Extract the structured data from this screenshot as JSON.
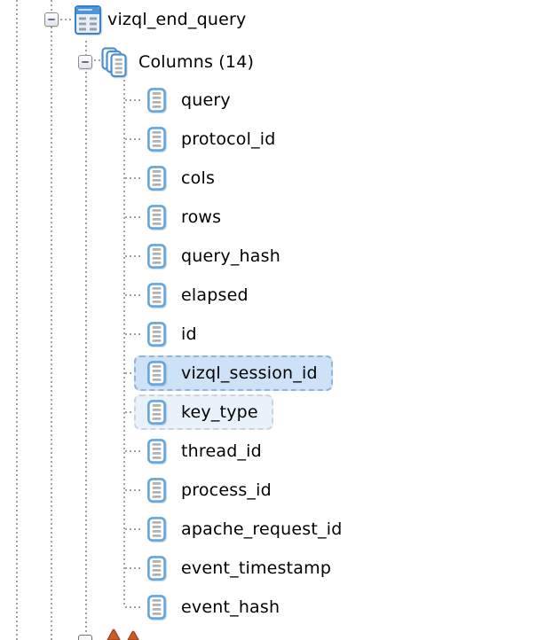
{
  "panel": {
    "type": "schema-tree",
    "background": "#ffffff"
  },
  "tree": {
    "table_node": {
      "label": "vizql_end_query",
      "icon": "table-icon",
      "expanded": true
    },
    "columns_node": {
      "label": "Columns (14)",
      "icon": "columns-folder-icon",
      "count": 14,
      "expanded": true
    },
    "columns": [
      {
        "label": "query",
        "selected": false
      },
      {
        "label": "protocol_id",
        "selected": false
      },
      {
        "label": "cols",
        "selected": false
      },
      {
        "label": "rows",
        "selected": false
      },
      {
        "label": "query_hash",
        "selected": false
      },
      {
        "label": "elapsed",
        "selected": false
      },
      {
        "label": "id",
        "selected": false
      },
      {
        "label": "vizql_session_id",
        "selected": true,
        "focused": true
      },
      {
        "label": "key_type",
        "selected": true,
        "focused": false
      },
      {
        "label": "thread_id",
        "selected": false
      },
      {
        "label": "process_id",
        "selected": false
      },
      {
        "label": "apache_request_id",
        "selected": false
      },
      {
        "label": "event_timestamp",
        "selected": false
      },
      {
        "label": "event_hash",
        "selected": false
      }
    ],
    "partial_bottom_node": {
      "icon": "indexes-icon",
      "label_visible": false
    }
  },
  "icons": {
    "table-icon": "blue table grid",
    "columns-folder-icon": "stacked blue column sheets",
    "column-icon": "blue rounded rect with gray bars",
    "indexes-icon": "orange arrow tips (partially visible)",
    "expander-minus": "collapse toggle box with minus"
  },
  "colors": {
    "selection_focused_bg": "#cde2f7",
    "selection_focused_border": "#8fb5dd",
    "selection_unfocused_bg": "#e9f1fb",
    "selection_unfocused_border": "#cdd3da",
    "icon_blue": "#4a91d4",
    "column_icon_blue": "#62a6e0",
    "guide_gray": "#a2a2a2",
    "expander_minus": "#5e6fa5",
    "orange_icon": "#cd5b28",
    "text": "#000000"
  }
}
